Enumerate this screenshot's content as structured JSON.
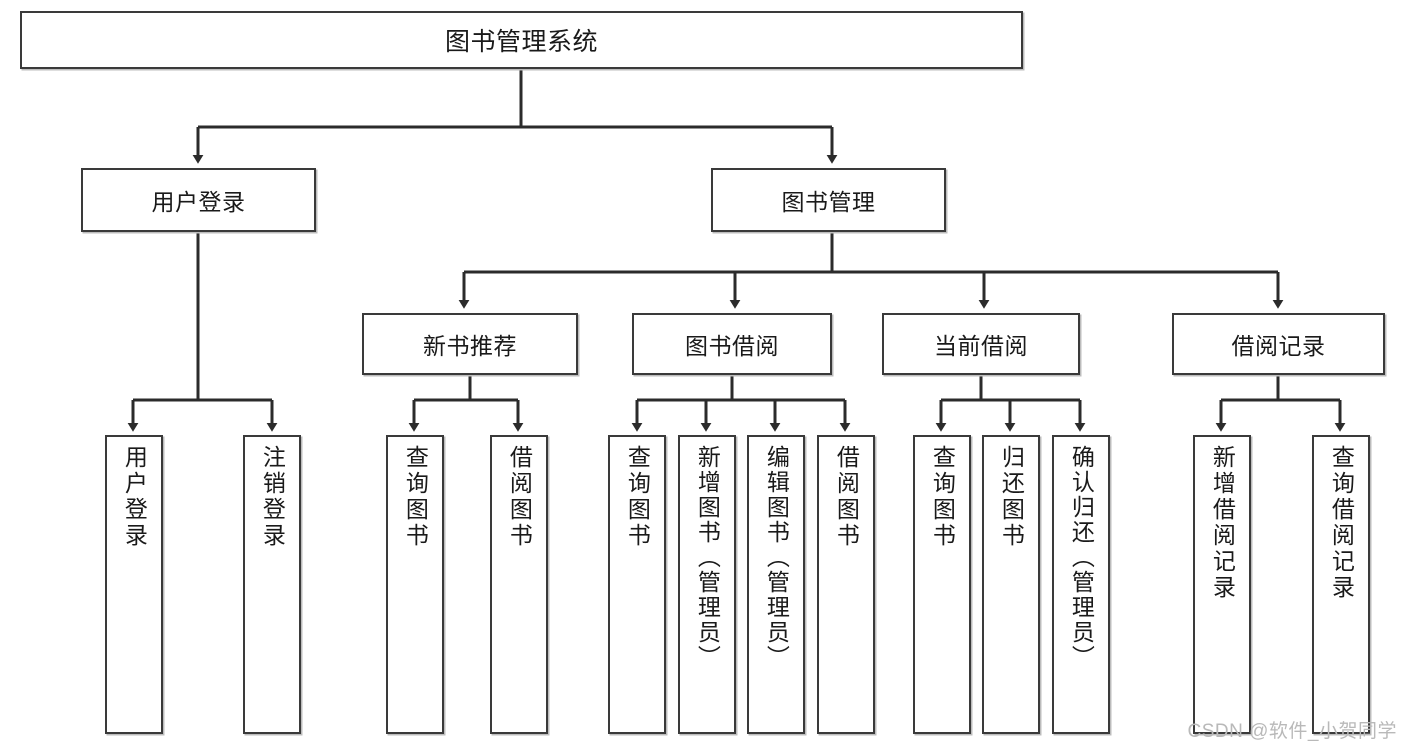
{
  "diagram": {
    "type": "tree",
    "title": "图书管理系统",
    "orientation": "top-down",
    "colors": {
      "box_border": "#3a3a3a",
      "box_fill": "#ffffff",
      "connector": "#2b2b2b",
      "text": "#1a1a1a",
      "watermark": "#b9b9b9"
    },
    "root": {
      "label": "图书管理系统"
    },
    "level2": [
      {
        "label": "用户登录"
      },
      {
        "label": "图书管理"
      }
    ],
    "level3": [
      {
        "label": "新书推荐"
      },
      {
        "label": "图书借阅"
      },
      {
        "label": "当前借阅"
      },
      {
        "label": "借阅记录"
      }
    ],
    "leaves": {
      "user_login": [
        {
          "label": "用户登录"
        },
        {
          "label": "注销登录"
        }
      ],
      "new_book": [
        {
          "label": "查询图书"
        },
        {
          "label": "借阅图书"
        }
      ],
      "book_borrow": [
        {
          "label": "查询图书"
        },
        {
          "label": "新增图书（管理员）"
        },
        {
          "label": "编辑图书（管理员）"
        },
        {
          "label": "借阅图书"
        }
      ],
      "current_borrow": [
        {
          "label": "查询图书"
        },
        {
          "label": "归还图书"
        },
        {
          "label": "确认归还（管理员）"
        }
      ],
      "borrow_record": [
        {
          "label": "新增借阅记录"
        },
        {
          "label": "查询借阅记录"
        }
      ]
    }
  },
  "watermark": {
    "text": "CSDN @软件_小贺同学"
  }
}
